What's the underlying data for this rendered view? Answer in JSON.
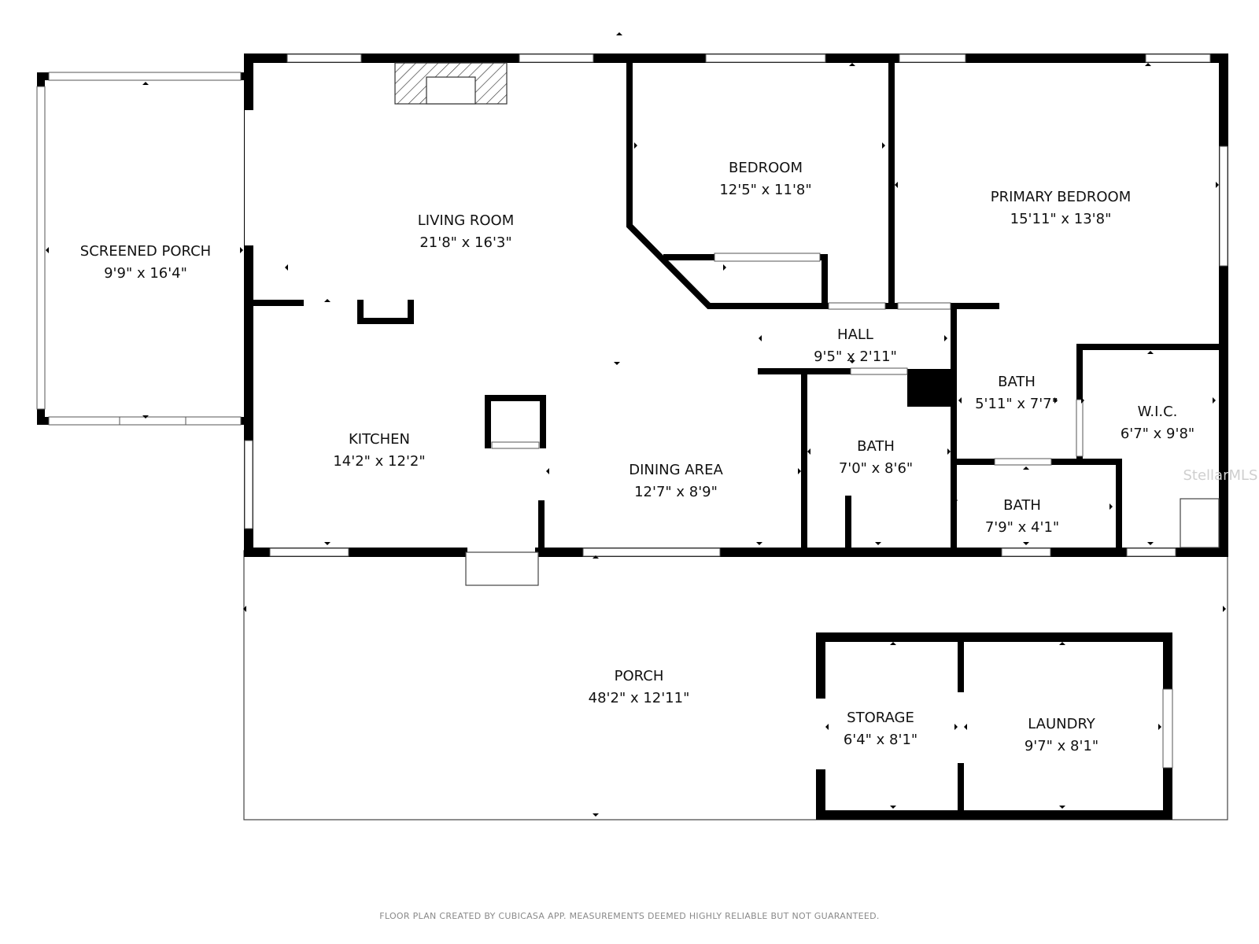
{
  "rooms": {
    "screened_porch": {
      "name": "SCREENED PORCH",
      "dims": "9'9\" x 16'4\""
    },
    "living_room": {
      "name": "LIVING ROOM",
      "dims": "21'8\" x 16'3\""
    },
    "bedroom": {
      "name": "BEDROOM",
      "dims": "12'5\" x 11'8\""
    },
    "primary_bedroom": {
      "name": "PRIMARY BEDROOM",
      "dims": "15'11\" x 13'8\""
    },
    "hall": {
      "name": "HALL",
      "dims": "9'5\" x 2'11\""
    },
    "bath_a": {
      "name": "BATH",
      "dims": "5'11\" x 7'7\""
    },
    "wic": {
      "name": "W.I.C.",
      "dims": "6'7\" x 9'8\""
    },
    "bath_b": {
      "name": "BATH",
      "dims": "7'0\" x 8'6\""
    },
    "kitchen": {
      "name": "KITCHEN",
      "dims": "14'2\" x 12'2\""
    },
    "dining_area": {
      "name": "DINING AREA",
      "dims": "12'7\" x 8'9\""
    },
    "bath_c": {
      "name": "BATH",
      "dims": "7'9\" x 4'1\""
    },
    "porch": {
      "name": "PORCH",
      "dims": "48'2\" x 12'11\""
    },
    "storage": {
      "name": "STORAGE",
      "dims": "6'4\" x 8'1\""
    },
    "laundry": {
      "name": "LAUNDRY",
      "dims": "9'7\" x 8'1\""
    }
  },
  "footer_note": "FLOOR PLAN CREATED BY CUBICASA APP. MEASUREMENTS DEEMED HIGHLY RELIABLE BUT NOT GUARANTEED.",
  "watermark": "StellarMLS",
  "colors": {
    "wall": "#000000",
    "thin_line": "#444444",
    "background": "#ffffff"
  }
}
